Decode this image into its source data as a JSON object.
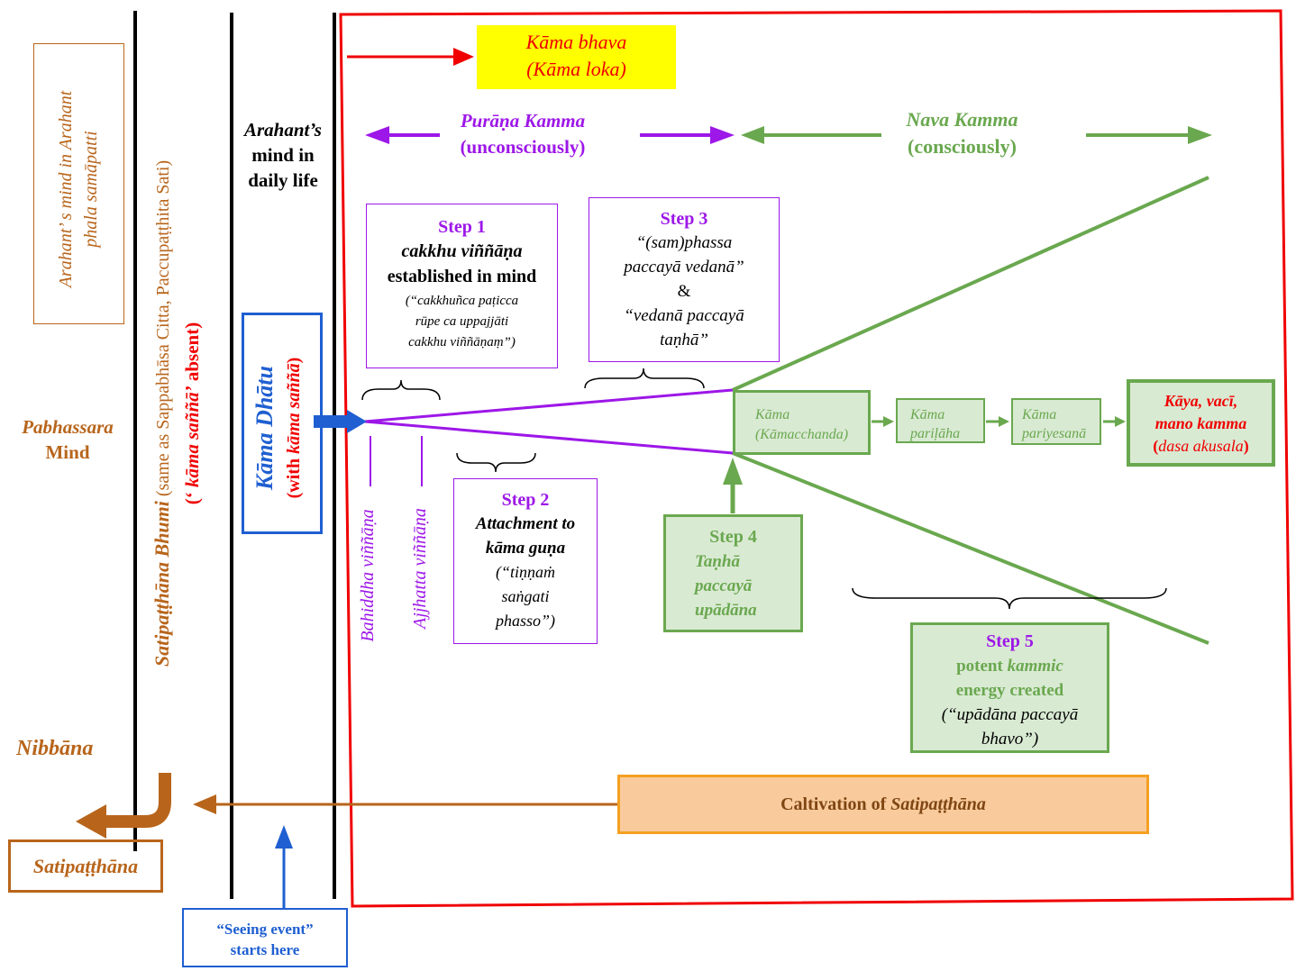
{
  "colors": {
    "red": "#f00000",
    "purple": "#9d17e8",
    "green": "#6aa84f",
    "green_fill": "#d9ead3",
    "brown": "#b8651b",
    "blue": "#1f5fd1",
    "yellow": "#ffff00",
    "orange": "#f4a021",
    "orange_fill": "#f9cb9c"
  },
  "left": {
    "arahant_samapatti_1": "Arahant’ s mind in Arahant",
    "arahant_samapatti_2": "phala samāpatti",
    "pabhassara_1": "Pabhassara",
    "pabhassara_2": "Mind",
    "nibbana": "Nibbāna",
    "satipatthana_box": "Satipaṭṭhāna",
    "bhumi_main": "Satipaṭṭhāna Bhumi",
    "bhumi_paren": " (same as Sappabhāsa Citta, Paccupaṭṭhita Sati)",
    "absent_open": "(‘ ",
    "absent_term": "kāma saññā’",
    "absent_close": "  absent)"
  },
  "daily": {
    "line1": "Arahant’s",
    "line2": "mind in",
    "line3": "daily life"
  },
  "kama_dhatu": {
    "title": "Kāma Dhātu",
    "sub_open": "(with ",
    "sub_term": "kāma saññā",
    "sub_close": ")"
  },
  "kama_bhava": {
    "line1": "Kāma bhava",
    "line2": "(Kāma loka)"
  },
  "purana": {
    "title": "Purāṇa Kamma",
    "sub": "(unconsciously)"
  },
  "nava": {
    "title": "Nava Kamma",
    "sub": "(consciously)"
  },
  "step1": {
    "title": "Step 1",
    "term": "cakkhu viññāṇa",
    "desc": "established in mind",
    "q1": "(“cakkhuñca paṭicca",
    "q2": "rūpe ca uppajjāti",
    "q3": "cakkhu viññāṇaṃ”)"
  },
  "step2": {
    "title": "Step 2",
    "l1": "Attachment to",
    "l2": "kāma guṇa",
    "q1": "(“tiṇṇaṁ",
    "q2": "saṅgati",
    "q3": "phasso”)"
  },
  "step3": {
    "title": "Step 3",
    "l1": "“(sam)phassa",
    "l2": "paccayā vedanā”",
    "l3": "&",
    "l4": "“vedanā paccayā",
    "l5": "taṇhā”"
  },
  "step4": {
    "title": "Step  4",
    "l1": "Taṇhā",
    "l2": "paccayā",
    "l3": "upādāna"
  },
  "step5": {
    "title": "Step 5",
    "l1a": "potent ",
    "l1b": "kammic",
    "l2": "energy created",
    "l3": "(“upādāna paccayā",
    "l4": "bhavo”)"
  },
  "vinnana": {
    "bahiddha": "Bahiddha viññāṇa",
    "ajjhatta": "Ajjhatta viññāṇa"
  },
  "chain": {
    "kama_1": "Kāma",
    "kama_2": "(Kāmacchanda)",
    "parilaha_1": "Kāma",
    "parilaha_2": "pariḷāha",
    "pariyesana_1": "Kāma",
    "pariyesana_2": "pariyesanā",
    "kamma_1": "Kāya, vacī,",
    "kamma_2": "mano kamma",
    "kamma_3a": "(",
    "kamma_3b": "dasa akusala",
    "kamma_3c": ")"
  },
  "cultivation": {
    "prefix": "Caltivation of ",
    "term": "Satipaṭṭhāna"
  },
  "seeing": {
    "line1": "“Seeing event”",
    "line2": "starts here"
  }
}
